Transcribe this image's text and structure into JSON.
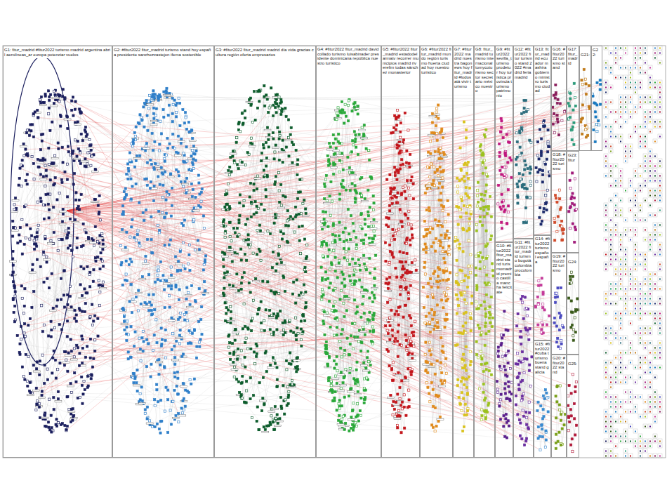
{
  "diagram": {
    "nodes": [
      {
        "text": [
          "G1: fitur_madrid #fitur2022 turismo madrid argentina abril aerolíneas_ar europa potenciar vuelos"
        ]
      },
      {
        "text": [
          "G2: #fitur2022 fitur_madrid turismo stand hoy españa presidente sanchezcastejon ifema sostenible"
        ]
      },
      {
        "text": [
          "G3: #fitur2022 fitur_madrid madrid día vida gracias cultura región oferta empresarios"
        ]
      },
      {
        "text": [
          "G4: #fitur2022 fitur_madrid davidcollado turismo luisabinader presidente dominicana república nuestro turístico"
        ]
      },
      {
        "text": [
          "G5: #fitur2022 fitur_madrid estadodelarmatv recorrer municipios madrid riverelim todas sánchez monasterior"
        ]
      },
      {
        "text": [
          "G6: #fitur2022 fitur_madrid mundo región turismo huerta ciudad hoy nuestro turístico"
        ]
      },
      {
        "text": [
          "G7: #fitur2022 madrid nuestra bagonews hoy fitur_madrid #lodosatá vivir turismo"
        ]
      },
      {
        "text": [
          "G8: fitur_madrid turismo internacional tomycoturismo sector secretario méxico nuestro"
        ]
      },
      {
        "text": [
          "G9: #fitur2022 sevilla_turismo prodetur hoy turística provincia turismo patrimonio"
        ]
      },
      {
        "text": [
          "G10: #fitur2022 fitur_madrid stand turismomadrid premio castilla mancha felicitate"
        ]
      },
      {
        "text": [
          "G11: #fitur2022 fitur_madrid turismo bogotá colombia procolombia"
        ]
      },
      {
        "text": [
          "G12: #fitur2022 fitur turismo stand 2022 #madrid feria madrid"
        ]
      },
      {
        "text": [
          "G13: fitur_madrid ecuador mashira gobierno ministro turismo ciudad"
        ]
      },
      {
        "text": [
          "G14: #fitur2022 turismo español españa"
        ]
      },
      {
        "text": [
          "G15: #fitur2022 #cuba turismo buena stand galicia"
        ]
      },
      {
        "text": [
          "G16: #fitur2022 turismo stand"
        ]
      },
      {
        "text": [
          "G17: fitur_madrid"
        ]
      },
      {
        "text": [
          "G18: #fitur2022 turismo"
        ]
      },
      {
        "text": [
          "G19: #fitur2022 turismo"
        ]
      },
      {
        "text": [
          "G20: #fitur2022 stand"
        ]
      },
      {
        "text": [
          "G21:"
        ]
      },
      {
        "text": [
          "G22:"
        ]
      },
      {
        "text": [
          "G23: fitur"
        ]
      },
      {
        "text": [
          "G24:"
        ]
      },
      {
        "text": [
          "G25:"
        ]
      }
    ]
  }
}
